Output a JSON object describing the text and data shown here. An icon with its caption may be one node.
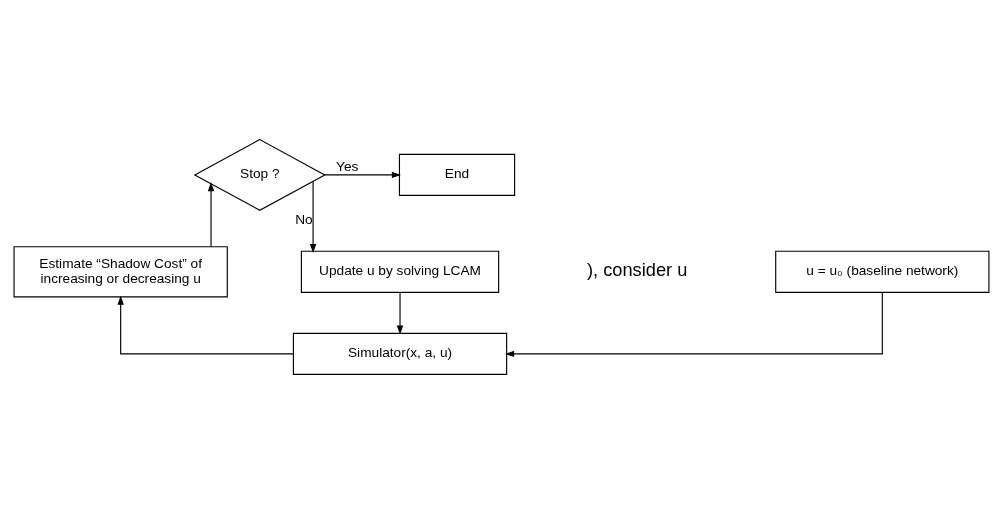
{
  "diagram": {
    "nodes": [
      {
        "text": [
          "u = u₀ (baseline network)"
        ]
      },
      {
        "text": [
          "Simulator(x, a, u)"
        ]
      },
      {
        "text": [
          "Estimate “Shadow Cost” of increasing or decreasing u"
        ]
      },
      {
        "text": [
          "Stop ?"
        ]
      },
      {
        "text": [
          "End"
        ]
      },
      {
        "text": [
          "Update u by solving LCAM"
        ]
      }
    ],
    "edges": [
      {
        "from": 0,
        "to": 1,
        "arrow": "to"
      },
      {
        "from": 1,
        "to": 2,
        "arrow": "to"
      },
      {
        "from": 2,
        "to": 3,
        "arrow": "to"
      },
      {
        "from": 3,
        "to": 4,
        "arrow": "to",
        "label": "Yes"
      },
      {
        "from": 3,
        "to": 5,
        "arrow": "to",
        "label": "No"
      },
      {
        "from": 5,
        "to": 1,
        "arrow": "to"
      }
    ],
    "labels": [
      "), consider u"
    ]
  }
}
